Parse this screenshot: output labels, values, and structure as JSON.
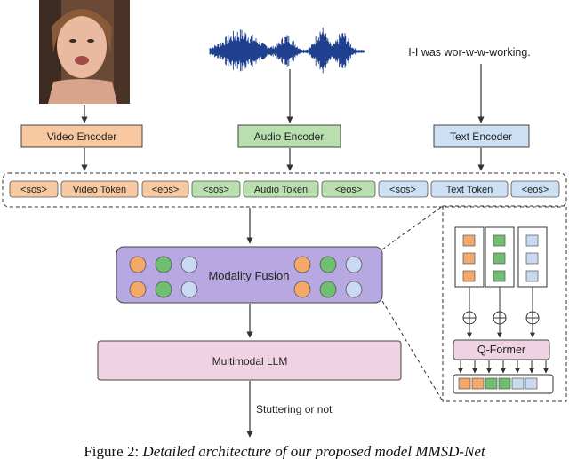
{
  "inputs": {
    "text_sample": "I-I was wor-w-w-working."
  },
  "encoders": {
    "video": "Video Encoder",
    "audio": "Audio Encoder",
    "text": "Text Encoder"
  },
  "tokens": {
    "video": [
      "<sos>",
      "Video Token",
      "<eos>"
    ],
    "audio": [
      "<sos>",
      "Audio Token",
      "<eos>"
    ],
    "text": [
      "<sos>",
      "Text Token",
      "<eos>"
    ]
  },
  "fusion": {
    "label": "Modality Fusion"
  },
  "llm": {
    "label": "Multimodal LLM"
  },
  "qformer": {
    "label": "Q-Former"
  },
  "output": {
    "label": "Stuttering or not"
  },
  "caption": {
    "prefix": "Figure 2: ",
    "text": "Detailed architecture of our proposed model MMSD-Net"
  },
  "colors": {
    "video": "#f8c9a0",
    "audio": "#b9dfaf",
    "text": "#cde0f3",
    "fusion": "#b8a8e2",
    "llm": "#efd3e2",
    "qformer": "#efd3e2",
    "orange_dot": "#f4a96b",
    "green_dot": "#6fbf73",
    "blue_dot": "#c9d9f1"
  }
}
